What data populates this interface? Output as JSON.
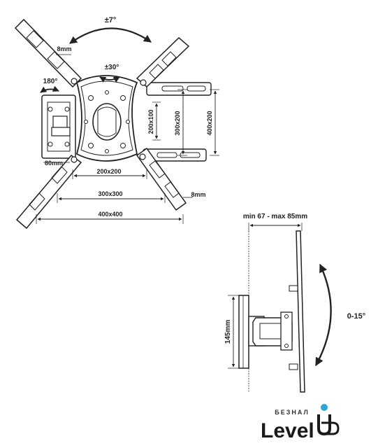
{
  "front_view": {
    "tilt_range": "±7°",
    "swivel_range": "±30°",
    "rotation": "180°",
    "arm_width_top": "8mm",
    "arm_width_bottom": "8mm",
    "arm_offset": "80mm",
    "vesa_200x100": "200x100",
    "vesa_300x200": "300x200",
    "vesa_400x200": "400x200",
    "vesa_200x200": "200x200",
    "vesa_300x300": "300x300",
    "vesa_400x400": "400x400"
  },
  "side_view": {
    "depth_range": "min 67 - max 85mm",
    "plate_height": "145mm",
    "tilt_angle": "0-15°"
  },
  "logo": {
    "tagline": "БЕЗНАЛ",
    "brand": "Level",
    "brand_suffix": "UP",
    "accent_color": "#2fa4d8"
  }
}
